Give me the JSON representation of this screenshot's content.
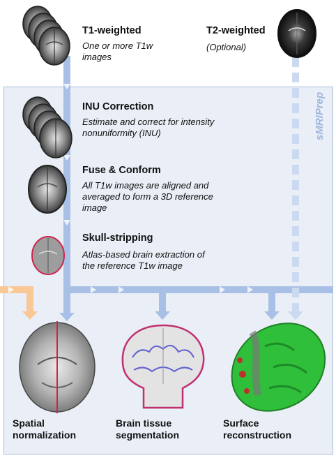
{
  "inputs": {
    "t1": {
      "title": "T1-weighted",
      "desc": "One or more T1w images"
    },
    "t2": {
      "title": "T2-weighted",
      "desc": "(Optional)"
    }
  },
  "steps": [
    {
      "title": "INU Correction",
      "desc": "Estimate and correct for intensity nonuniformity (INU)"
    },
    {
      "title": "Fuse & Conform",
      "desc": "All T1w images are aligned and averaged to form a 3D reference image"
    },
    {
      "title": "Skull-stripping",
      "desc": "Atlas-based brain extraction of the reference T1w image"
    }
  ],
  "pipeline_name": "sMRIPrep",
  "outputs": [
    {
      "line1": "Spatial",
      "line2": "normalization"
    },
    {
      "line1": "Brain tissue",
      "line2": "segmentation"
    },
    {
      "line1": "Surface",
      "line2": "reconstruction"
    }
  ],
  "colors": {
    "panel_bg": "#e9eef7",
    "flow_arrow": "#a9c0e6",
    "side_arrow": "#f9c896",
    "mask_outline": "#d0234b",
    "surface_green": "#2fbf3a"
  }
}
